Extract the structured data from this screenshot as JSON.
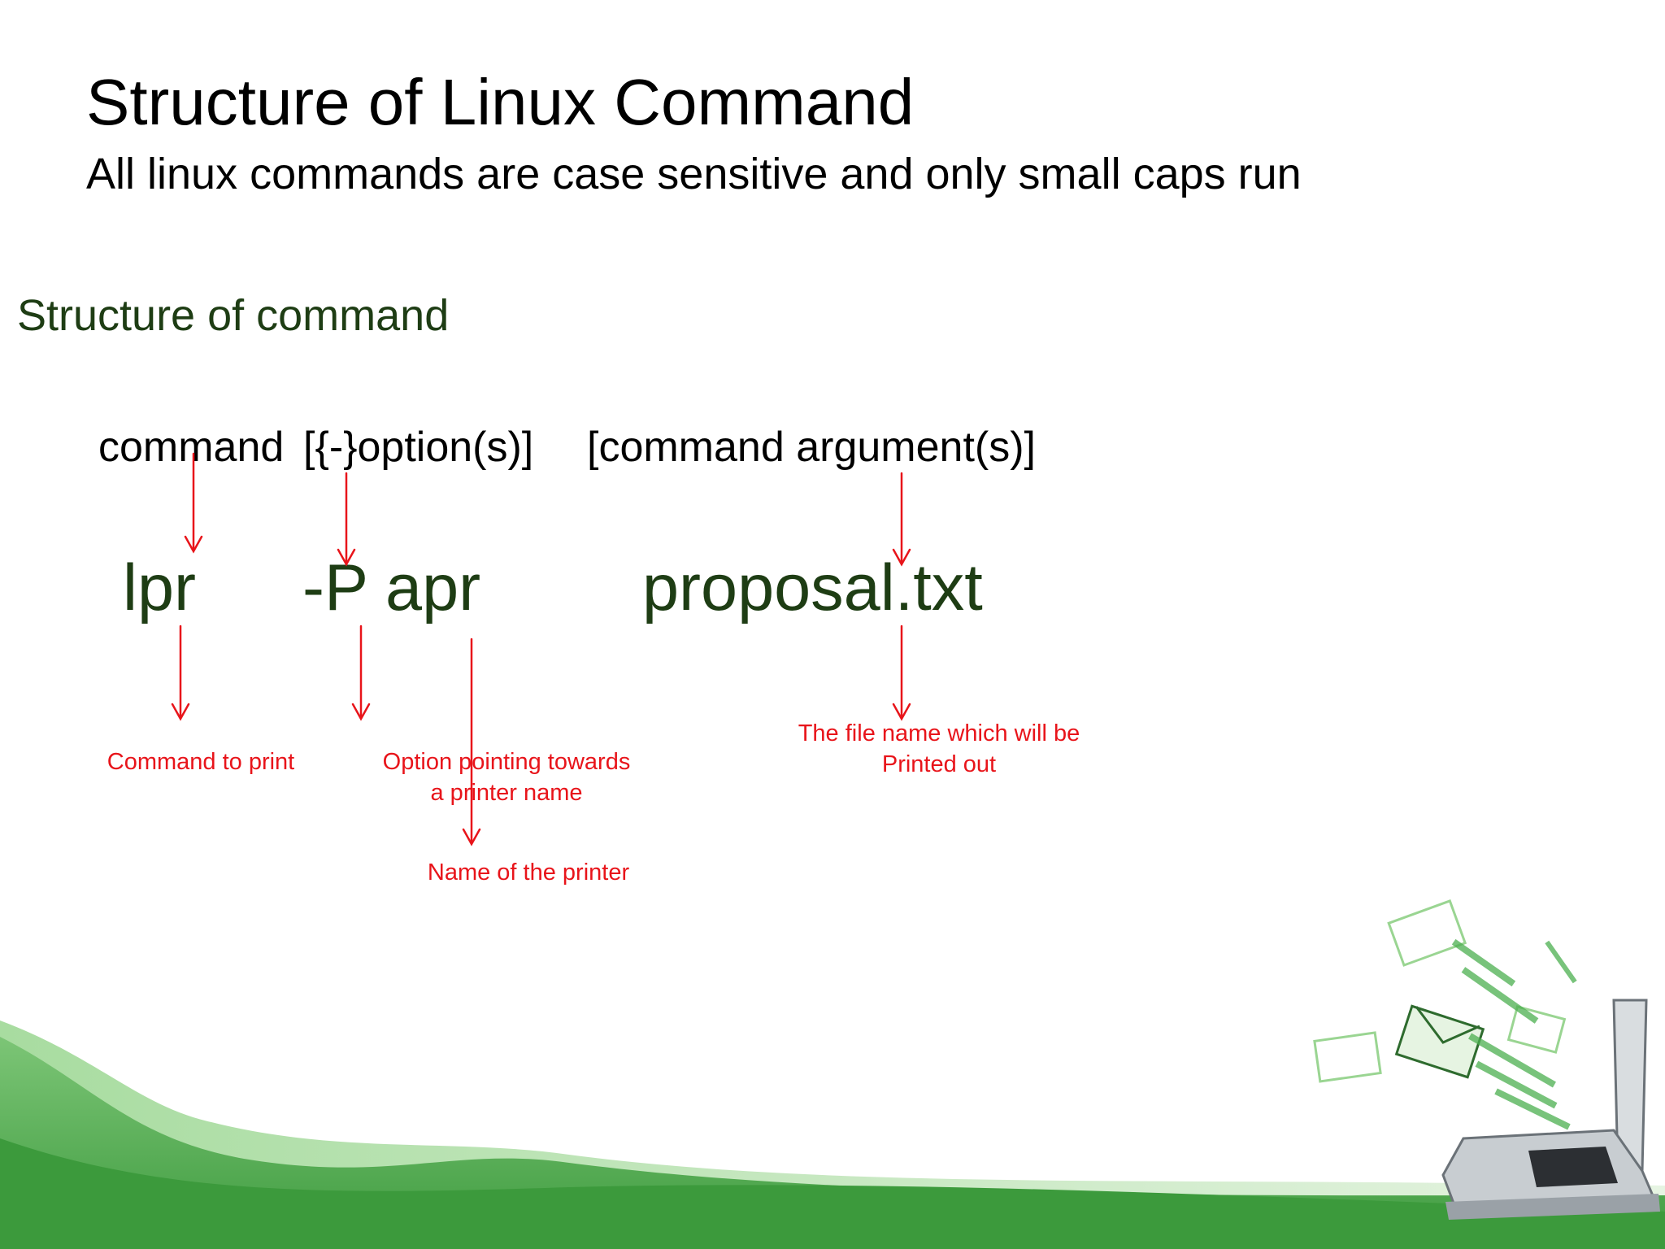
{
  "slide": {
    "title": "Structure of Linux Command",
    "subtitle": "All linux commands are case sensitive and only small caps run",
    "section_heading": "Structure of command",
    "syntax": {
      "command": "command",
      "options": "[{-}option(s)]",
      "arguments": "[command argument(s)]"
    },
    "example": {
      "command": "lpr",
      "option": "-P apr",
      "argument": "proposal.txt"
    },
    "annotations": {
      "command": "Command to print",
      "option_line1": "Option pointing towards",
      "option_line2": "a printer name",
      "printer": "Name of the printer",
      "file_line1": "The file name which will be",
      "file_line2": "Printed out"
    }
  },
  "colors": {
    "title": "#000000",
    "heading_green": "#1e3d14",
    "annotation_red": "#e8141a",
    "wave_green": "#4caf50"
  },
  "icons": [
    "laptop-illustration",
    "email-envelope-icon"
  ]
}
